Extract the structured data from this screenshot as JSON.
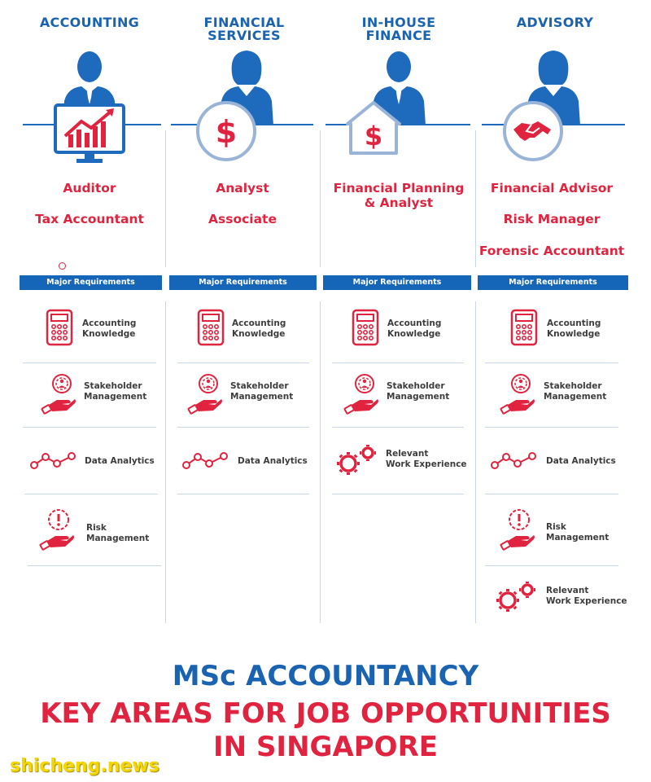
{
  "columns": [
    {
      "title": "ACCOUNTING",
      "roles": [
        "Auditor",
        "Tax Accountant"
      ],
      "requirements": [
        "Accounting\nKnowledge",
        "Stakeholder\nManagement",
        "Data Analytics",
        "Risk\nManagement"
      ]
    },
    {
      "title": "FINANCIAL\nSERVICES",
      "roles": [
        "Analyst",
        "Associate"
      ],
      "requirements": [
        "Accounting\nKnowledge",
        "Stakeholder\nManagement",
        "Data Analytics"
      ]
    },
    {
      "title": "IN-HOUSE\nFINANCE",
      "roles": [
        "Financial Planning\n& Analyst"
      ],
      "requirements": [
        "Accounting\nKnowledge",
        "Stakeholder\nManagement",
        "Relevant\nWork Experience"
      ]
    },
    {
      "title": "ADVISORY",
      "roles": [
        "Financial Advisor",
        "Risk Manager",
        "Forensic Accountant"
      ],
      "requirements": [
        "Accounting\nKnowledge",
        "Stakeholder\nManagement",
        "Data Analytics",
        "Risk\nManagement",
        "Relevant\nWork Experience"
      ]
    }
  ],
  "requirements_bar_label": "Major Requirements",
  "footer": {
    "line1": "MSc ACCOUNTANCY",
    "line2": "KEY AREAS FOR JOB OPPORTUNITIES",
    "line3": "IN SINGAPORE"
  },
  "watermark": "shicheng.news",
  "colors": {
    "blue": "#1a63b0",
    "red": "#e0243f",
    "divider": "#c9d7ea"
  },
  "icons": {
    "column_icons": [
      "trend-chart-monitor-icon",
      "dollar-coin-icon",
      "dollar-house-icon",
      "handshake-icon"
    ],
    "requirement_icons": {
      "Accounting\nKnowledge": "calculator-icon",
      "Stakeholder\nManagement": "stakeholder-hand-icon",
      "Data Analytics": "data-line-icon",
      "Risk\nManagement": "risk-hand-icon",
      "Relevant\nWork Experience": "gears-icon"
    }
  }
}
